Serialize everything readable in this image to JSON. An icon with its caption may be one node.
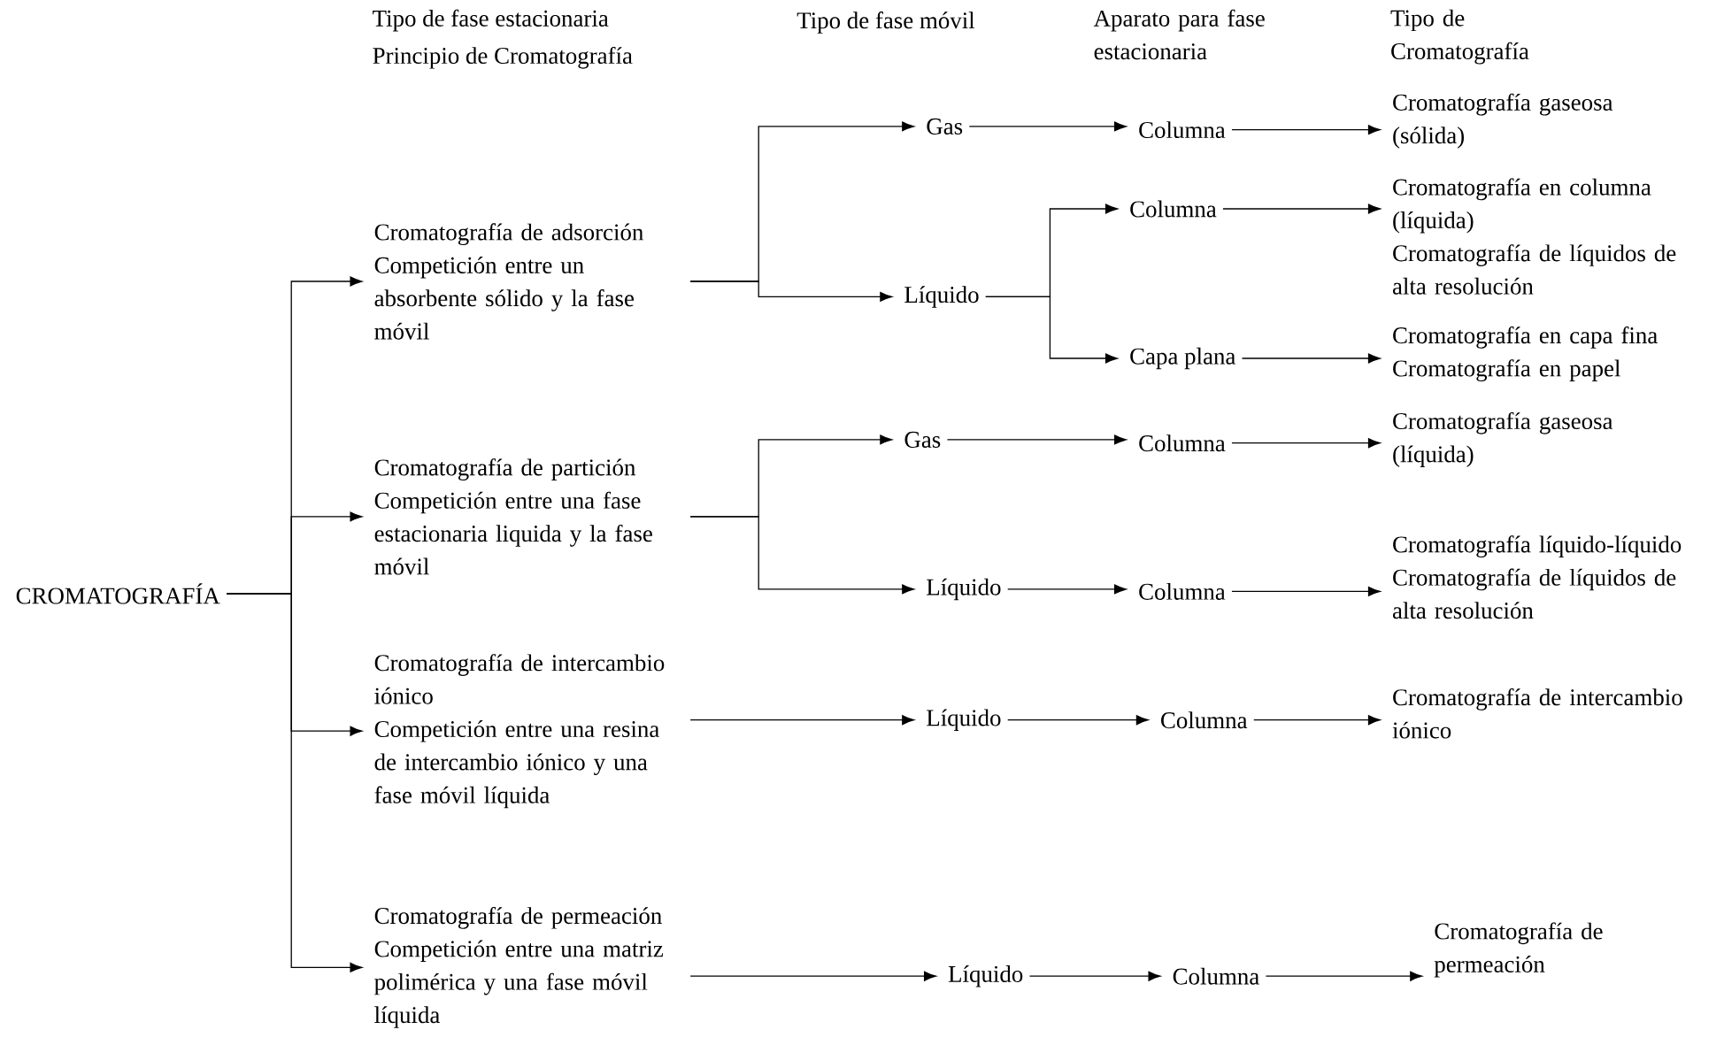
{
  "diagram": {
    "nodes": [
      {
        "text": [
          "CROMATOGRAFÍA"
        ]
      },
      {
        "text": [
          "Cromatografía de adsorción",
          "Competición entre un absorbente sólido y la fase móvil"
        ]
      },
      {
        "text": [
          "Cromatografía de partición",
          "Competición entre una fase estacionaria liquida y la fase móvil"
        ]
      },
      {
        "text": [
          "Cromatografía de intercambio iónico",
          "Competición entre una resina de intercambio iónico y una fase móvil líquida"
        ]
      },
      {
        "text": [
          "Cromatografía de permeación",
          "Competición entre una matriz polimérica y una fase móvil líquida"
        ]
      },
      {
        "text": [
          "Gas"
        ]
      },
      {
        "text": [
          "Líquido"
        ]
      },
      {
        "text": [
          "Gas"
        ]
      },
      {
        "text": [
          "Líquido"
        ]
      },
      {
        "text": [
          "Líquido"
        ]
      },
      {
        "text": [
          "Líquido"
        ]
      },
      {
        "text": [
          "Columna"
        ]
      },
      {
        "text": [
          "Columna"
        ]
      },
      {
        "text": [
          "Capa plana"
        ]
      },
      {
        "text": [
          "Columna"
        ]
      },
      {
        "text": [
          "Columna"
        ]
      },
      {
        "text": [
          "Columna"
        ]
      },
      {
        "text": [
          "Columna"
        ]
      },
      {
        "text": [
          "Cromatografía gaseosa (sólida)"
        ]
      },
      {
        "text": [
          "Cromatografía en columna (líquida)",
          "Cromatografía de líquidos de alta resolución"
        ]
      },
      {
        "text": [
          "Cromatografía en capa fina",
          "Cromatografía en papel"
        ]
      },
      {
        "text": [
          "Cromatografía gaseosa (líquida)"
        ]
      },
      {
        "text": [
          "Cromatografía líquido-líquido",
          "Cromatografía de líquidos de alta resolución"
        ]
      },
      {
        "text": [
          "Cromatografía de intercambio iónico"
        ]
      },
      {
        "text": [
          "Cromatografía de permeación"
        ]
      }
    ],
    "edges": [
      {
        "from": 0,
        "to": 1,
        "arrow": "to"
      },
      {
        "from": 0,
        "to": 2,
        "arrow": "to"
      },
      {
        "from": 0,
        "to": 3,
        "arrow": "to"
      },
      {
        "from": 0,
        "to": 4,
        "arrow": "to"
      },
      {
        "from": 1,
        "to": 5,
        "arrow": "to"
      },
      {
        "from": 1,
        "to": 6,
        "arrow": "to"
      },
      {
        "from": 2,
        "to": 7,
        "arrow": "to"
      },
      {
        "from": 2,
        "to": 8,
        "arrow": "to"
      },
      {
        "from": 3,
        "to": 9,
        "arrow": "to"
      },
      {
        "from": 4,
        "to": 10,
        "arrow": "to"
      },
      {
        "from": 5,
        "to": 11,
        "arrow": "to"
      },
      {
        "from": 6,
        "to": 12,
        "arrow": "to"
      },
      {
        "from": 6,
        "to": 13,
        "arrow": "to"
      },
      {
        "from": 7,
        "to": 14,
        "arrow": "to"
      },
      {
        "from": 8,
        "to": 15,
        "arrow": "to"
      },
      {
        "from": 9,
        "to": 16,
        "arrow": "to"
      },
      {
        "from": 10,
        "to": 17,
        "arrow": "to"
      },
      {
        "from": 11,
        "to": 18,
        "arrow": "to"
      },
      {
        "from": 12,
        "to": 19,
        "arrow": "to"
      },
      {
        "from": 13,
        "to": 20,
        "arrow": "to"
      },
      {
        "from": 14,
        "to": 21,
        "arrow": "to"
      },
      {
        "from": 15,
        "to": 22,
        "arrow": "to"
      },
      {
        "from": 16,
        "to": 23,
        "arrow": "to"
      },
      {
        "from": 17,
        "to": 24,
        "arrow": "to"
      }
    ],
    "labels": [
      "Tipo de fase estacionaria",
      "Principio de Cromatografía",
      "Tipo de fase móvil",
      "Aparato para fase estacionaria",
      "Tipo de Cromatografía"
    ]
  }
}
